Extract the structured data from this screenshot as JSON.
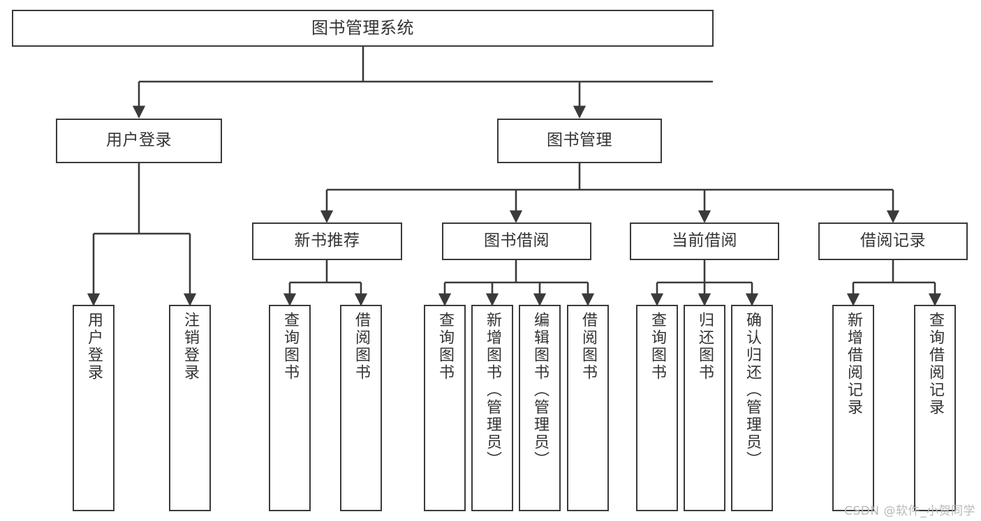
{
  "diagram": {
    "type": "tree",
    "title": "图书管理系统",
    "orientation": "top-down",
    "colors": {
      "background": "#ffffff",
      "box_fill": "#ffffff",
      "box_stroke": "#3a3a3a",
      "text": "#333333",
      "edge": "#3a3a3a",
      "watermark": "#b9b9b9"
    },
    "root": {
      "label": "图书管理系统"
    },
    "level2": [
      {
        "label": "用户登录"
      },
      {
        "label": "图书管理"
      }
    ],
    "level3": [
      {
        "label": "新书推荐"
      },
      {
        "label": "图书借阅"
      },
      {
        "label": "当前借阅"
      },
      {
        "label": "借阅记录"
      }
    ],
    "leaves_user_login": [
      {
        "label": "用户登录"
      },
      {
        "label": "注销登录"
      }
    ],
    "leaves_new_book": [
      {
        "label": "查询图书"
      },
      {
        "label": "借阅图书"
      }
    ],
    "leaves_borrow": [
      {
        "label": "查询图书"
      },
      {
        "label": "新增图书（管理员）"
      },
      {
        "label": "编辑图书（管理员）"
      },
      {
        "label": "借阅图书"
      }
    ],
    "leaves_current": [
      {
        "label": "查询图书"
      },
      {
        "label": "归还图书"
      },
      {
        "label": "确认归还（管理员）"
      }
    ],
    "leaves_records": [
      {
        "label": "新增借阅记录"
      },
      {
        "label": "查询借阅记录"
      }
    ]
  },
  "watermark": {
    "text": "CSDN @软件_小贺同学"
  }
}
